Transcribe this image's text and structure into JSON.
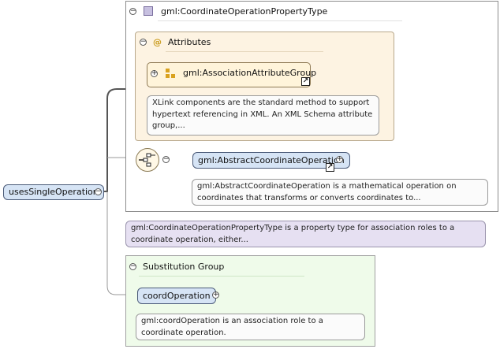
{
  "root": {
    "label": "usesSingleOperation"
  },
  "type_panel": {
    "title": "gml:CoordinateOperationPropertyType"
  },
  "attributes": {
    "title": "Attributes",
    "group_label": "gml:AssociationAttributeGroup",
    "description": "XLink components are the standard method to support hypertext referencing in XML. An XML Schema attribute group,..."
  },
  "choice": {
    "element_label": "gml:AbstractCoordinateOperation",
    "description": "gml:AbstractCoordinateOperation is a mathematical operation on coordinates that transforms or converts coordinates to..."
  },
  "type_description": "gml:CoordinateOperationPropertyType is a property type for association roles to a coordinate operation, either...",
  "substitution": {
    "title": "Substitution Group",
    "element_label": "coordOperation",
    "description": "gml:coordOperation is an association role to a coordinate operation."
  },
  "symbols": {
    "collapse": "−",
    "expand": "+",
    "link": "↗",
    "attribute": "@"
  },
  "colors": {
    "element": "#d6e4f5",
    "attributes_bg": "#fdf3e2",
    "substitution_bg": "#effbea",
    "type_doc_bg": "#e6e0f2"
  }
}
